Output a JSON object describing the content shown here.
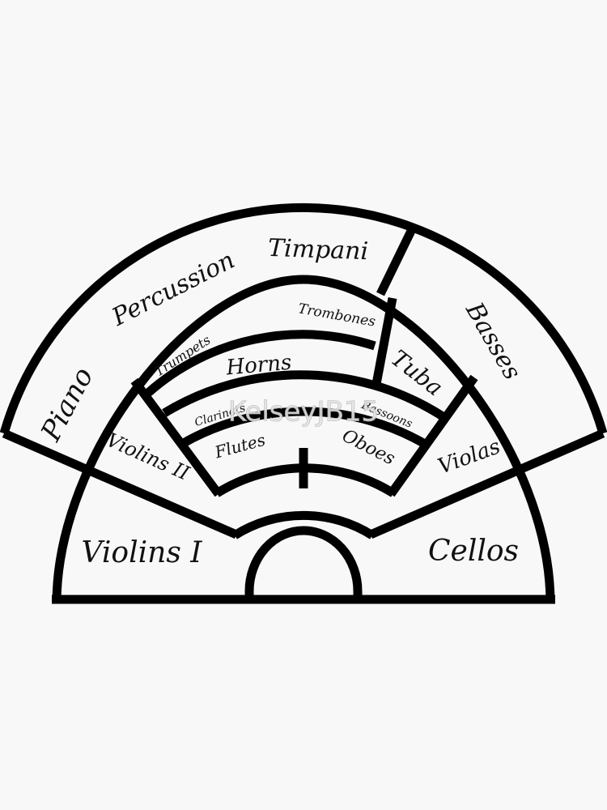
{
  "diagram": {
    "line_color": "#000000",
    "background": "#f8f8f8",
    "sections": {
      "piano": "Piano",
      "percussion": "Percussion",
      "timpani": "Timpani",
      "basses": "Basses",
      "trumpets": "Trumpets",
      "trombones": "Trombones",
      "horns": "Horns",
      "tuba": "Tuba",
      "clarinets": "Clarinets",
      "bassoons": "Bassoons",
      "flutes": "Flutes",
      "oboes": "Oboes",
      "violins_ii": "Violins II",
      "violas": "Violas",
      "violins_i": "Violins I",
      "cellos": "Cellos"
    },
    "watermark": "KelseyJB15"
  }
}
